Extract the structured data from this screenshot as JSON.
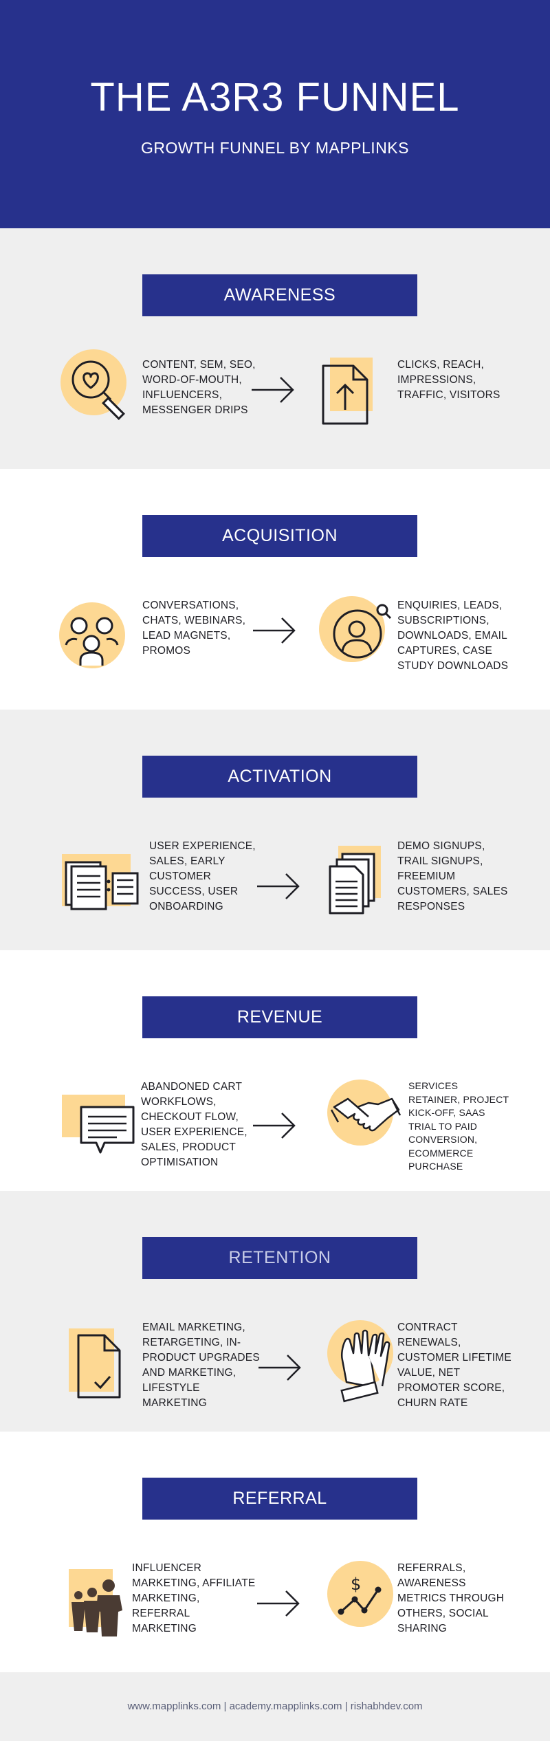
{
  "header": {
    "title": "THE A3R3 FUNNEL",
    "subtitle": "GROWTH FUNNEL BY MAPPLINKS"
  },
  "colors": {
    "brand_blue": "#27318c",
    "accent_yellow": "#fdd893",
    "section_gray": "#efefef"
  },
  "stages": [
    {
      "title": "AWARENESS",
      "left_icon": "heart-magnifier-icon",
      "left_text": "CONTENT, SEM, SEO, WORD-OF-MOUTH, INFLUENCERS, MESSENGER DRIPS",
      "right_icon": "upload-document-icon",
      "right_text": "CLICKS, REACH, IMPRESSIONS, TRAFFIC, VISITORS"
    },
    {
      "title": "ACQUISITION",
      "left_icon": "two-people-icon",
      "left_text": "CONVERSATIONS, CHATS, WEBINARS, LEAD MAGNETS, PROMOS",
      "right_icon": "user-search-icon",
      "right_text": "ENQUIRIES, LEADS, SUBSCRIPTIONS, DOWNLOADS, EMAIL CAPTURES, CASE STUDY DOWNLOADS"
    },
    {
      "title": "ACTIVATION",
      "left_icon": "documents-transfer-icon",
      "left_text": "USER EXPERIENCE, SALES, EARLY CUSTOMER SUCCESS, USER ONBOARDING",
      "right_icon": "document-stack-icon",
      "right_text": "DEMO SIGNUPS, TRAIL SIGNUPS, FREEMIUM CUSTOMERS, SALES RESPONSES"
    },
    {
      "title": "REVENUE",
      "left_icon": "chat-bubble-icon",
      "left_text": "ABANDONED CART WORKFLOWS, CHECKOUT FLOW, USER EXPERIENCE, SALES, PRODUCT OPTIMISATION",
      "right_icon": "handshake-icon",
      "right_text": "SERVICES RETAINER, PROJECT KICK-OFF, SaaS TRIAL TO PAID CONVERSION, ECOMMERCE PURCHASE"
    },
    {
      "title": "RETENTION",
      "left_icon": "document-check-icon",
      "left_text": "EMAIL MARKETING, RETARGETING, IN-PRODUCT UPGRADES AND MARKETING, LIFESTYLE MARKETING",
      "right_icon": "clapping-hands-icon",
      "right_text": "CONTRACT RENEWALS, CUSTOMER LIFETIME VALUE, NET PROMOTER SCORE, CHURN RATE"
    },
    {
      "title": "REFERRAL",
      "left_icon": "family-group-icon",
      "left_text": "INFLUENCER MARKETING, AFFILIATE MARKETING, REFERRAL MARKETING",
      "right_icon": "dollar-chart-icon",
      "right_text": "REFERRALS, AWARENESS METRICS THROUGH OTHERS, SOCIAL SHARING"
    }
  ],
  "footer": {
    "links": "www.mapplinks.com | academy.mapplinks.com | rishabhdev.com"
  }
}
